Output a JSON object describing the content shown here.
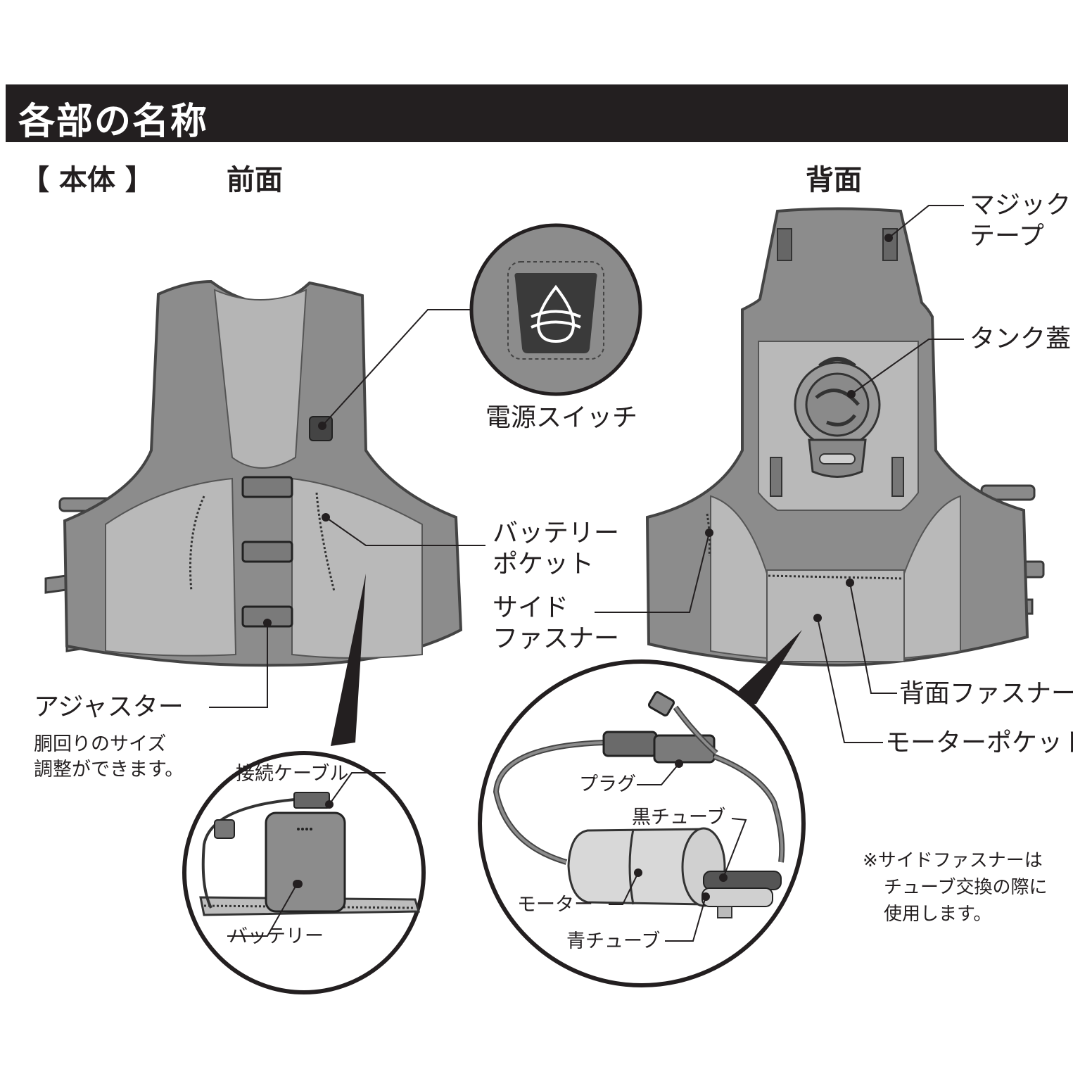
{
  "title": "各部の名称",
  "section_label": "【 本体 】",
  "views": {
    "front": "前面",
    "back": "背面"
  },
  "callouts": {
    "power_switch": "電源スイッチ",
    "battery_pocket": [
      "バッテリー",
      "ポケット"
    ],
    "side_fastener": [
      "サイド",
      "ファスナー"
    ],
    "adjuster": "アジャスター",
    "adjuster_note": [
      "胴回りのサイズ",
      "調整ができます。"
    ],
    "velcro": [
      "マジック",
      "テープ"
    ],
    "tank_lid": "タンク蓋",
    "back_fastener": "背面ファスナー",
    "motor_pocket": "モーターポケット",
    "connection_cable": "接続ケーブル",
    "battery": "バッテリー",
    "plug": "プラグ",
    "black_tube": "黒チューブ",
    "motor": "モーター",
    "blue_tube": "青チューブ"
  },
  "footnote": [
    "※サイドファスナーは",
    "チューブ交換の際に",
    "使用します。"
  ],
  "colors": {
    "title_bar": "#231f20",
    "vest_dark": "#7a7a7a",
    "vest_light": "#b8b8b8",
    "outline": "#4a4a4a",
    "line": "#231f20"
  }
}
